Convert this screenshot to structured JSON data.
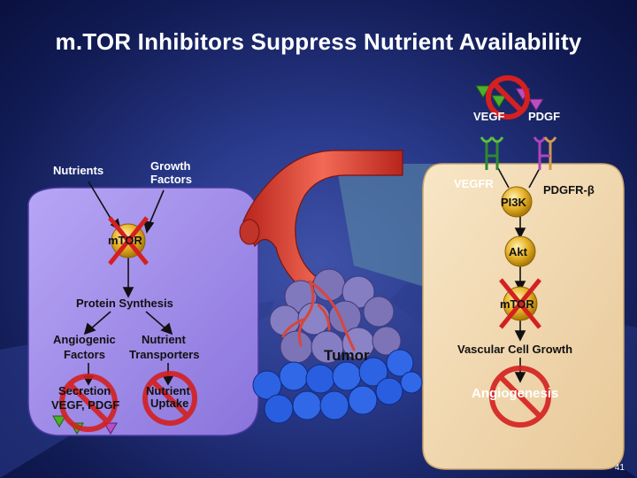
{
  "slide": {
    "title": "m.TOR Inhibitors Suppress Nutrient Availability",
    "page_number": "41"
  },
  "left_cell": {
    "nutrients": "Nutrients",
    "growth_factors_1": "Growth",
    "growth_factors_2": "Factors",
    "mtor": "mTOR",
    "protein_synthesis": "Protein Synthesis",
    "angiogenic_1": "Angiogenic",
    "angiogenic_2": "Factors",
    "nutrient_transporters_1": "Nutrient",
    "nutrient_transporters_2": "Transporters",
    "secretion_1": "Secretion",
    "secretion_2": "VEGF, PDGF",
    "nutrient_uptake_1": "Nutrient",
    "nutrient_uptake_2": "Uptake"
  },
  "tumor": {
    "label": "Tumor"
  },
  "right_cell": {
    "vegf": "VEGF",
    "pdgf": "PDGF",
    "vegfr": "VEGFR",
    "pdgfr": "PDGFR-β",
    "pi3k": "PI3K",
    "akt": "Akt",
    "mtor": "mTOR",
    "vascular_growth": "Vascular Cell Growth",
    "angiogenesis": "Angiogenesis"
  },
  "colors": {
    "left_cell": "#9b86e8",
    "right_cell": "#f2d7ad",
    "node_gold": "#e7b32a",
    "inhibit_red": "#d42020",
    "tumor_cell": "#7e76b8",
    "tumor_blue": "#2a5ee0",
    "vessel": "#e0443a"
  }
}
